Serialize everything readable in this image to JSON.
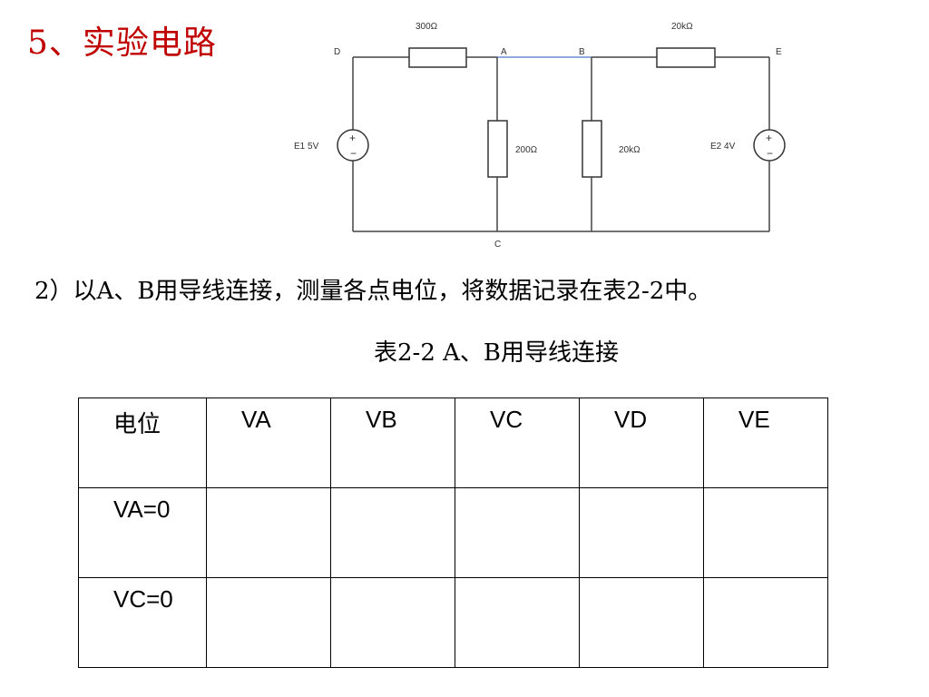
{
  "title": "5、实验电路",
  "circuit": {
    "nodes": {
      "D": "D",
      "A": "A",
      "B": "B",
      "E": "E",
      "C": "C"
    },
    "r_da": "300Ω",
    "r_ac": "200Ω",
    "r_bc": "20kΩ",
    "r_be": "20kΩ",
    "e1": "E1 5V",
    "e2": "E2 4V"
  },
  "instruction": "2）以A、B用导线连接，测量各点电位，将数据记录在表2-2中。",
  "table_caption": "表2-2  A、B用导线连接",
  "table": {
    "headers": [
      "电位",
      "VA",
      "VB",
      "VC",
      "VD",
      "VE"
    ],
    "rows": [
      {
        "label": "VA=0",
        "values": [
          "",
          "",
          "",
          "",
          ""
        ]
      },
      {
        "label": "VC=0",
        "values": [
          "",
          "",
          "",
          "",
          ""
        ]
      }
    ]
  }
}
